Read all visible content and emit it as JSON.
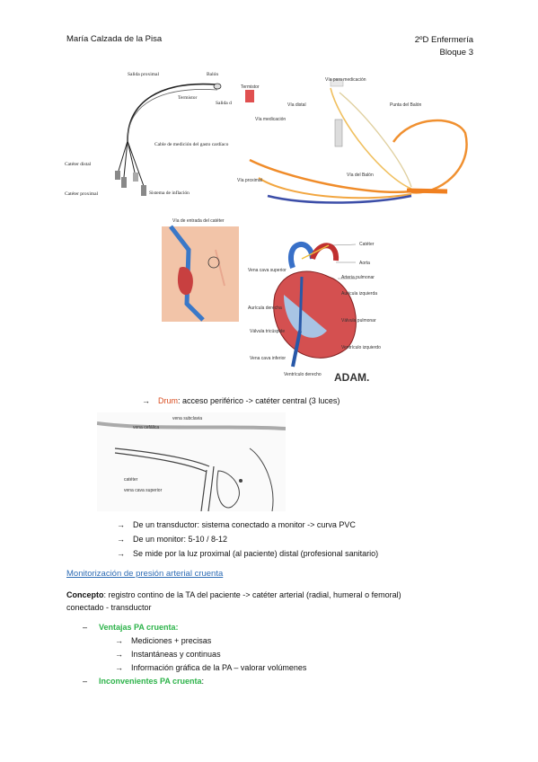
{
  "header": {
    "author": "María Calzada de la Pisa",
    "course": "2ºD Enfermería",
    "block": "Bloque 3"
  },
  "fig1": {
    "labels": [
      "Salida proximal",
      "Balón",
      "Termistor",
      "Salida distal",
      "Cable de medición del gasto cardíaco",
      "Catéter distal",
      "Catéter proximal",
      "Sistema de inflación"
    ]
  },
  "fig2": {
    "labels": [
      "Termistor",
      "Vía distal",
      "Vía para medicación",
      "Punta del Balón",
      "Vía medicación",
      "Vía del Balón",
      "Vía proximal"
    ]
  },
  "fig3": {
    "label": "Vía de entrada del catéter"
  },
  "fig4": {
    "labels": [
      "Catéter",
      "Aorta",
      "Arteria pulmonar",
      "Aurícula izquierda",
      "Vena cava superior",
      "Aurícula derecha",
      "Válvula pulmonar",
      "Válvula tricúspide",
      "Ventrículo izquierdo",
      "Vena cava inferior",
      "Ventrículo derecho"
    ],
    "logo": "ADAM."
  },
  "drum": {
    "word": "Drum",
    "rest": ": acceso periférico -> catéter central (3 luces)"
  },
  "fig5": {
    "labels": [
      "vena subclavia",
      "vena cefálica",
      "catéter",
      "vena cava superior"
    ]
  },
  "bullets1": [
    "De un transductor: sistema conectado a monitor -> curva PVC",
    "De un monitor: 5-10 / 8-12",
    "Se mide por la luz proximal (al paciente) distal (profesional sanitario)"
  ],
  "section_title": "Monitorización de presión arterial cruenta",
  "concept": {
    "label": "Concepto",
    "text1": ": registro contino de la TA del paciente -> catéter arterial (radial, humeral o femoral)",
    "text2": "conectado - transductor"
  },
  "ventajas": {
    "title": "Ventajas PA cruenta",
    "colon": ":",
    "items": [
      "Mediciones + precisas",
      "Instantáneas y continuas",
      "Información gráfica de la PA – valorar volúmenes"
    ]
  },
  "inconvenientes": {
    "title": "Inconvenientes PA cruenta",
    "colon": ":"
  },
  "glyphs": {
    "arrow": "→",
    "dash": "–"
  }
}
